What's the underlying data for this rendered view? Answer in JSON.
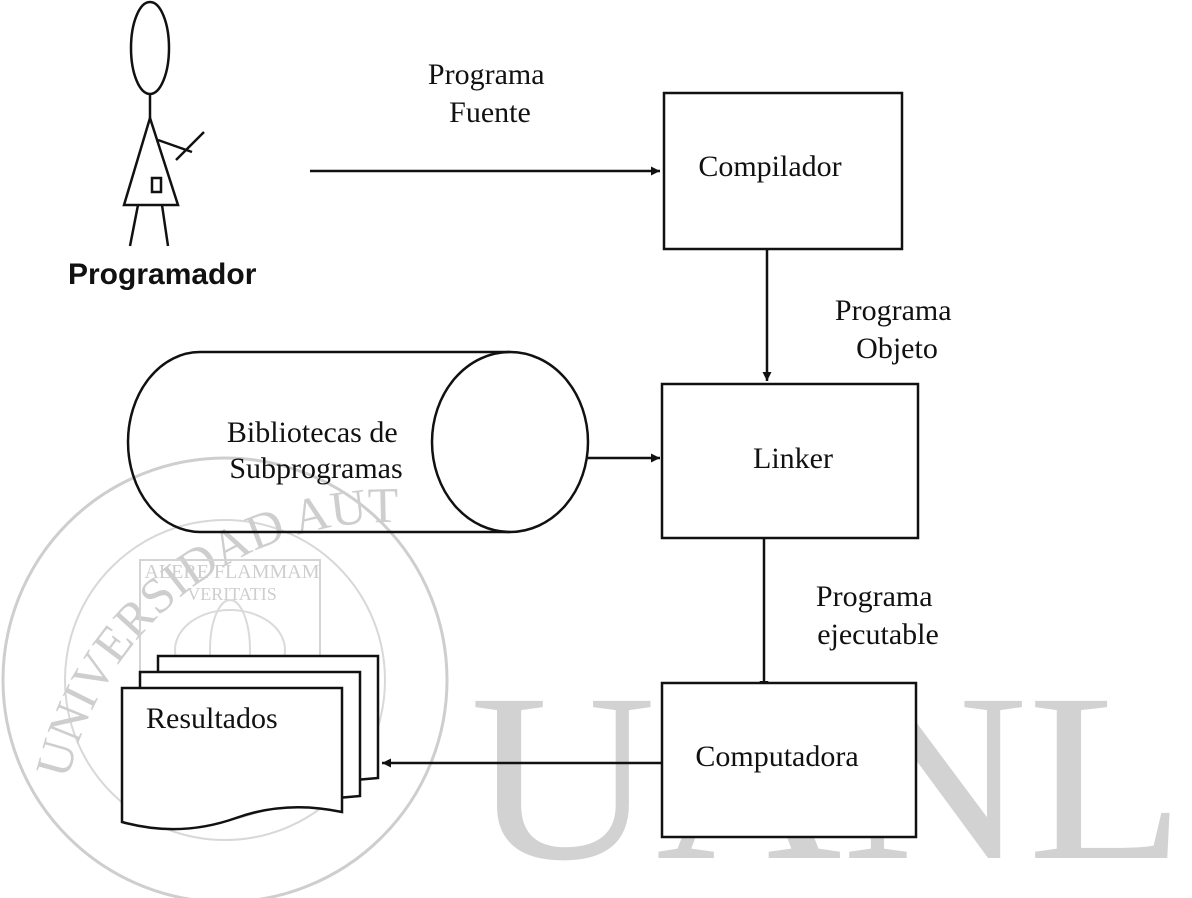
{
  "watermark": {
    "seal_text": "UNIVERSIDAD AUTONOMA DE NUEVO LEON",
    "motto_line1": "ALERE FLAMMAM",
    "motto_line2": "VERITATIS",
    "big_text": "UANL",
    "color": "#c9c9c9"
  },
  "actor": {
    "label": "Programador"
  },
  "edges": {
    "source_program": [
      "Programa",
      "Fuente"
    ],
    "object_program": [
      "Programa",
      "Objeto"
    ],
    "executable_program": [
      "Programa",
      "ejecutable"
    ]
  },
  "nodes": {
    "compiler": "Compilador",
    "linker": "Linker",
    "computer": "Computadora",
    "library": [
      "Bibliotecas de",
      "Subprogramas"
    ],
    "results": "Resultados"
  },
  "colors": {
    "ink": "#111111",
    "background": "#ffffff"
  }
}
